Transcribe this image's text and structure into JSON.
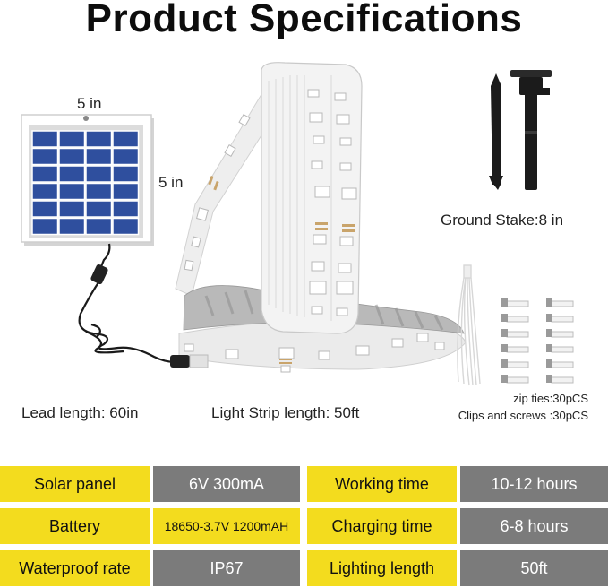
{
  "title": "Product Specifications",
  "dimensions": {
    "panel_width": "5 in",
    "panel_height": "5 in",
    "ground_stake": "Ground Stake:8 in",
    "lead_length": "Lead length: 60in",
    "strip_length": "Light Strip length: 50ft",
    "zip_ties": "zip ties:30pCS",
    "clips": "Clips and screws :30pCS"
  },
  "specs": {
    "left": [
      {
        "label": "Solar panel",
        "value": "6V 300mA"
      },
      {
        "label": "Battery",
        "value": "18650-3.7V 1200mAH"
      },
      {
        "label": "Waterproof rate",
        "value": "IP67"
      }
    ],
    "right": [
      {
        "label": "Working time",
        "value": "10-12 hours"
      },
      {
        "label": "Charging time",
        "value": "6-8 hours"
      },
      {
        "label": "Lighting length",
        "value": "50ft"
      }
    ]
  },
  "colors": {
    "label_bg": "#f3dc1e",
    "value_bg": "#7b7b7b",
    "panel_cell": "#2f4f9e"
  }
}
